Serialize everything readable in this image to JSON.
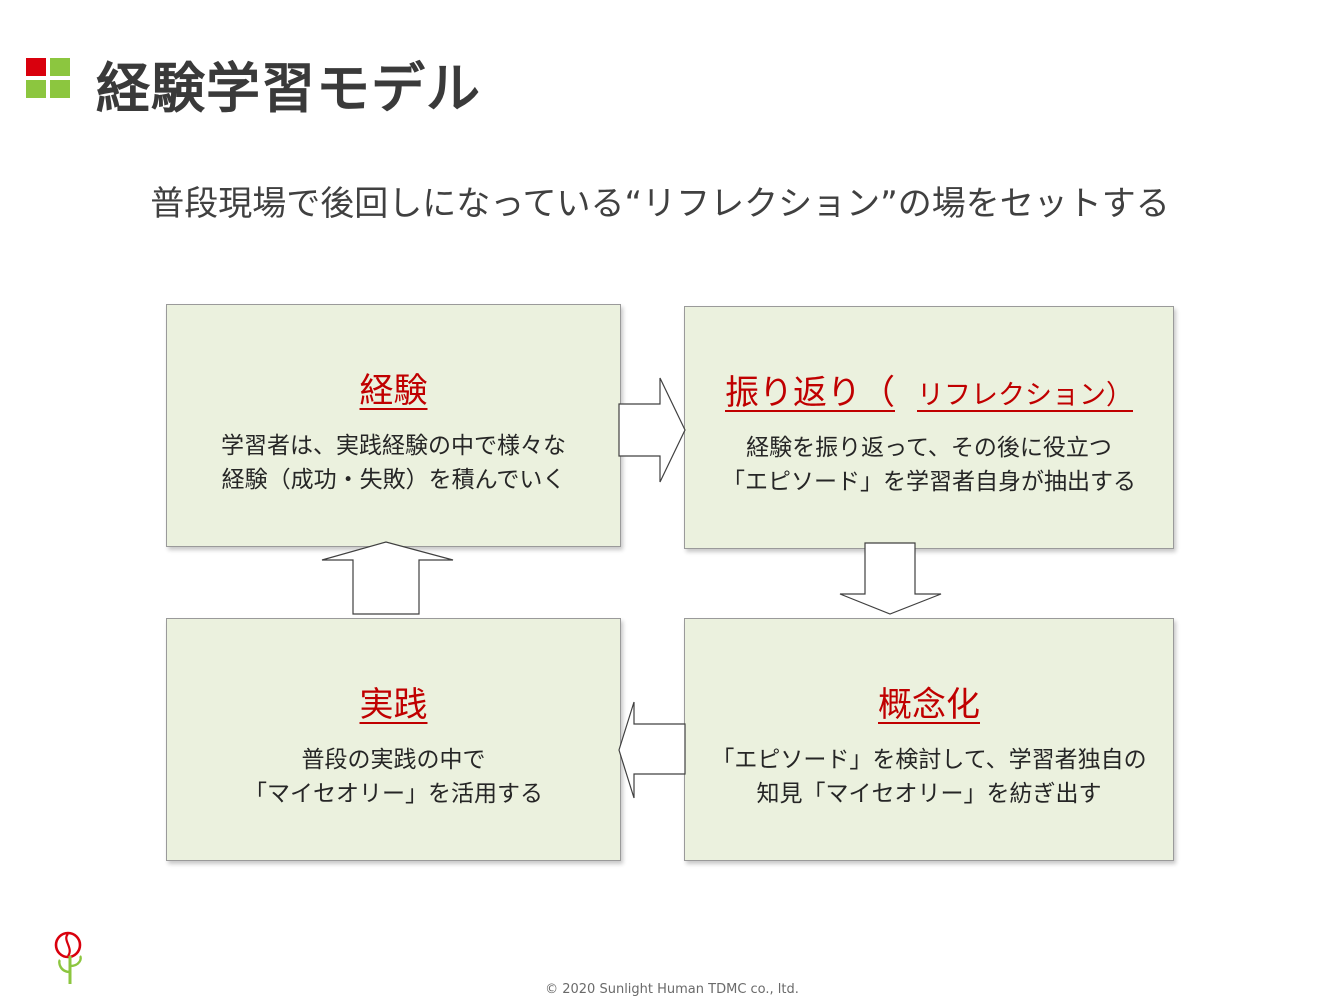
{
  "header": {
    "title": "経験学習モデル"
  },
  "subtitle": "普段現場で後回しになっている“リフレクション”の場をセットする",
  "cycle": {
    "experience": {
      "title": "経験",
      "lines": [
        "学習者は、実践経験の中で様々な",
        "経験（成功・失敗）を積んでいく"
      ]
    },
    "reflection": {
      "title": "振り返り（",
      "title_sub": "リフレクション）",
      "lines": [
        "経験を振り返って、その後に役立つ",
        "「エピソード」を学習者自身が抽出する"
      ]
    },
    "conceptualization": {
      "title": "概念化",
      "lines": [
        "「エピソード」を検討して、学習者独自の",
        "知見「マイセオリー」を紡ぎ出す"
      ]
    },
    "practice": {
      "title": "実践",
      "lines": [
        "普段の実践の中で",
        "「マイセオリー」を活用する"
      ]
    }
  },
  "colors": {
    "box_fill": "#ebf1de",
    "title_red": "#c00000",
    "logo_red": "#d9000d",
    "logo_green": "#8cc63f"
  },
  "footer": {
    "copyright": "© 2020 Sunlight Human TDMC co., ltd."
  }
}
